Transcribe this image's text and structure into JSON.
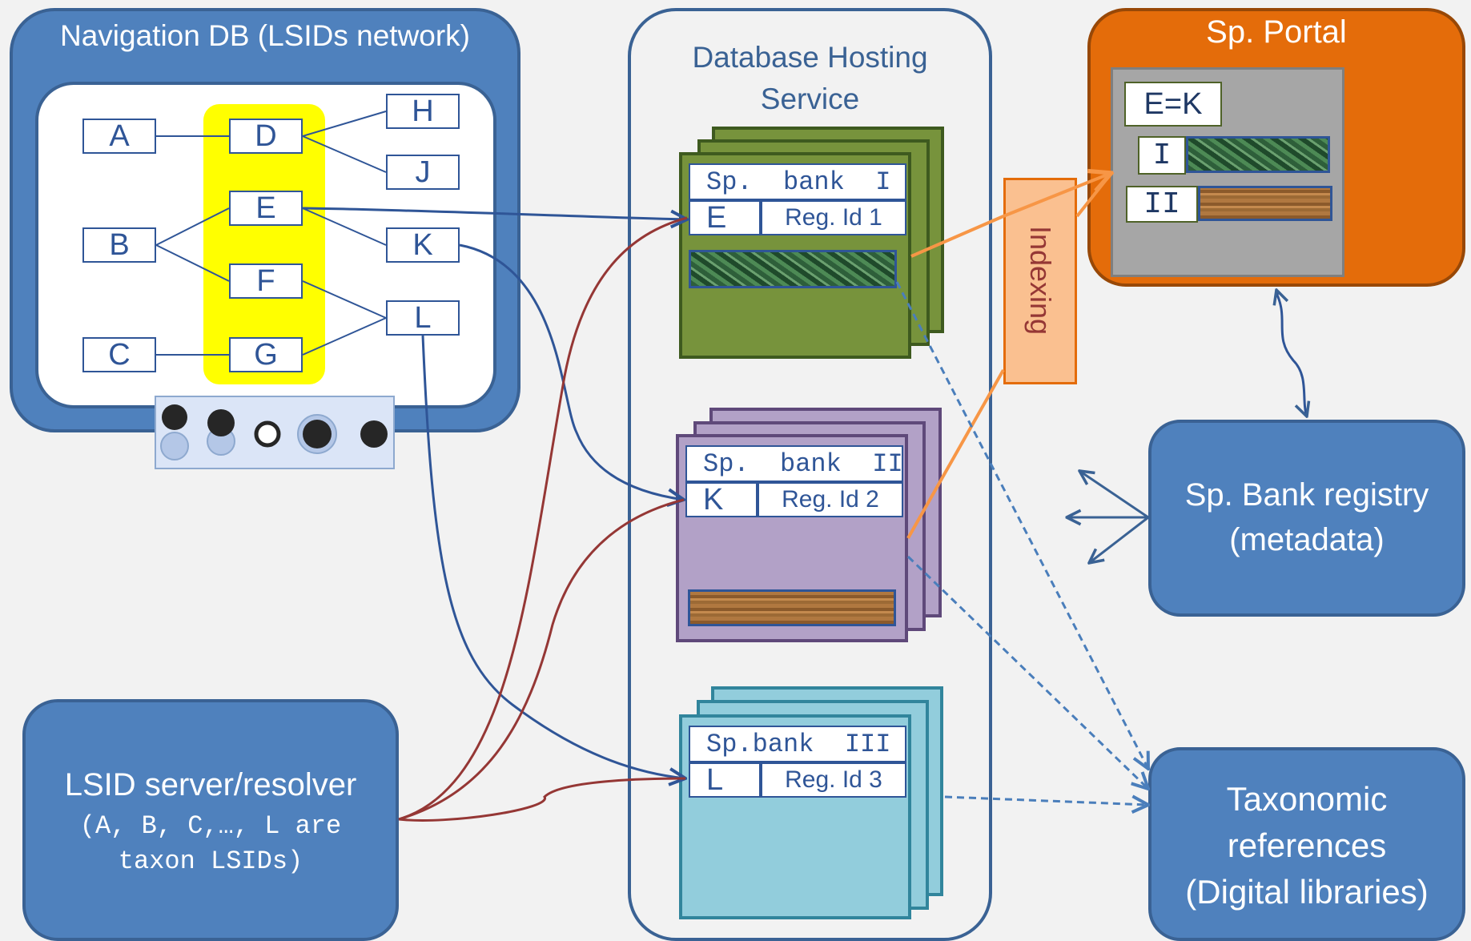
{
  "navigation": {
    "title": "Navigation DB (LSIDs network)",
    "nodes": {
      "A": "A",
      "B": "B",
      "C": "C",
      "D": "D",
      "E": "E",
      "F": "F",
      "G": "G",
      "H": "H",
      "J": "J",
      "K": "K",
      "L": "L"
    }
  },
  "hosting": {
    "title_line1": "Database Hosting",
    "title_line2": "Service",
    "bank1": {
      "name": "Sp.  bank  I",
      "key": "E",
      "reg": "Reg. Id 1"
    },
    "bank2": {
      "name": "Sp.  bank  II",
      "key": "K",
      "reg": "Reg. Id 2"
    },
    "bank3": {
      "name": "Sp.bank  III",
      "key": "L",
      "reg": "Reg. Id 3"
    }
  },
  "portal": {
    "title": "Sp. Portal",
    "eq": "E=K",
    "item1": "I",
    "item2": "II"
  },
  "indexing": "Indexing",
  "registry": {
    "line1": "Sp. Bank registry",
    "line2": "(metadata)"
  },
  "taxonomic": {
    "line1": "Taxonomic",
    "line2": "references",
    "line3": "(Digital libraries)"
  },
  "lsid": {
    "line1": "LSID server/resolver",
    "line2": "(A, B, C,…, L are",
    "line3": "taxon LSIDs)"
  },
  "colors": {
    "box_blue": "#4f81bd",
    "border_blue": "#3a6294",
    "green": "#77933c",
    "purple": "#b2a1c7",
    "cyan": "#92cddc",
    "orange": "#e46c0a",
    "yellow": "#ffff00",
    "link_red": "#953735",
    "index_orange": "#f79646"
  }
}
